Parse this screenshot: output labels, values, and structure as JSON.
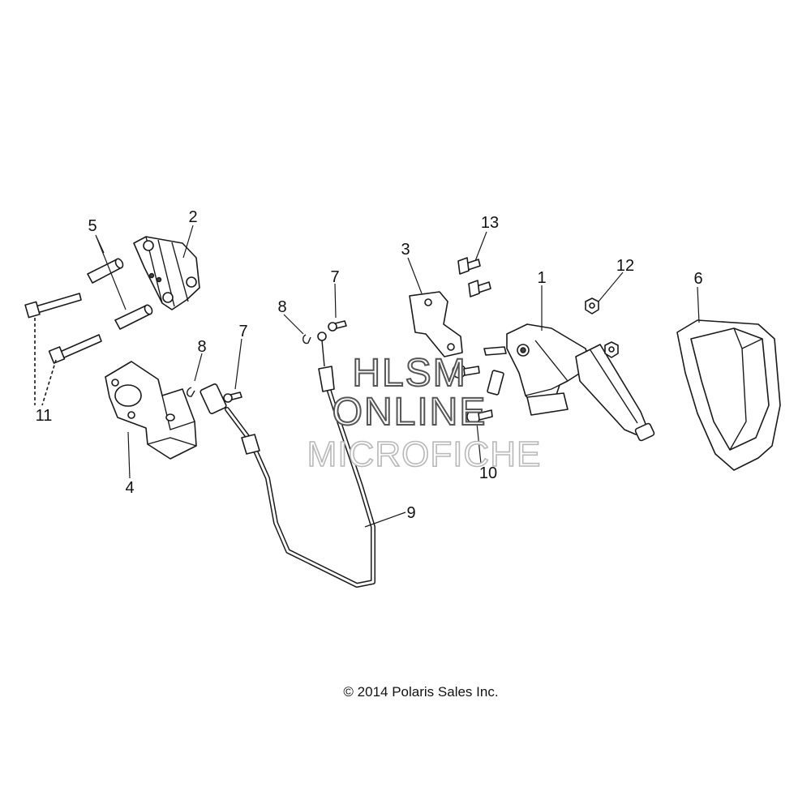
{
  "callouts": {
    "c1": "1",
    "c2": "2",
    "c3": "3",
    "c4": "4",
    "c5": "5",
    "c6": "6",
    "c7a": "7",
    "c7b": "7",
    "c8a": "8",
    "c8b": "8",
    "c9": "9",
    "c10": "10",
    "c11": "11",
    "c12": "12",
    "c13": "13"
  },
  "watermark": {
    "line1": "HLSM",
    "line2": "ONLINE",
    "line3": "MICROFICHE"
  },
  "footer": {
    "copyright": "© 2014 Polaris Sales Inc."
  }
}
